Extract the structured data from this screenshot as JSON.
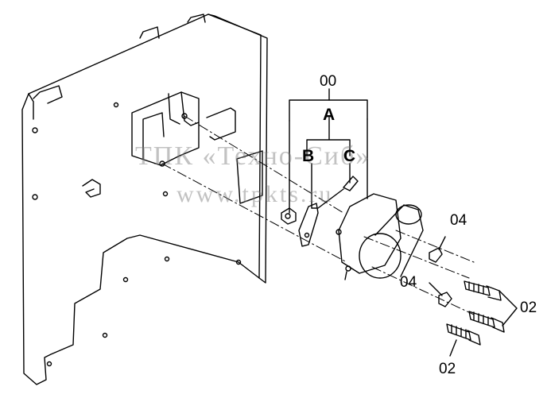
{
  "diagram": {
    "callouts": {
      "assembly": "00",
      "sub_a": "A",
      "sub_b": "B",
      "sub_c": "C",
      "clip_upper": "04",
      "clip_lower": "04",
      "bolt_right": "02",
      "bolt_lower": "02"
    },
    "watermark": {
      "line1": "ТПК «Техно-Сиб»",
      "line2": "www.tpkts.ru"
    },
    "line_color": "#000000"
  }
}
